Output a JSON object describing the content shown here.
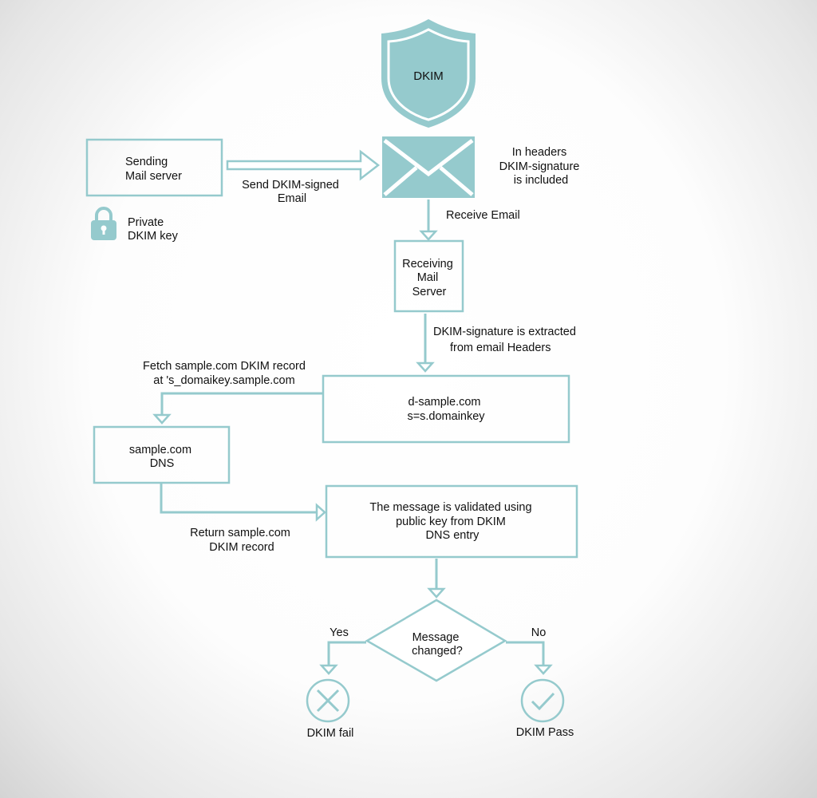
{
  "colors": {
    "accent": "#95cacd",
    "text": "#111111"
  },
  "shield": {
    "title": "DKIM",
    "icon": "shield-icon"
  },
  "sending_server": {
    "lines": [
      "Sending",
      "Mail server"
    ]
  },
  "private_key": {
    "icon": "lock-icon",
    "lines": [
      "Private",
      "DKIM key"
    ]
  },
  "send_edge": {
    "lines": [
      "Send DKIM-signed",
      "Email"
    ]
  },
  "email": {
    "icon": "envelope-icon"
  },
  "headers_note": {
    "lines": [
      "In headers",
      "DKIM-signature",
      "is included"
    ]
  },
  "receive_edge": {
    "lines": [
      "Receive Email"
    ]
  },
  "receiving_server": {
    "lines": [
      "Receiving",
      "Mail",
      "Server"
    ]
  },
  "extract_edge": {
    "lines": [
      "DKIM-signature is extracted",
      "from email Headers"
    ]
  },
  "signature_box": {
    "lines": [
      "d-sample.com",
      "s=s.domainkey"
    ]
  },
  "fetch_edge": {
    "lines": [
      "Fetch sample.com DKIM record",
      "at 's_domaikey.sample.com"
    ]
  },
  "dns_box": {
    "lines": [
      "sample.com",
      "DNS"
    ]
  },
  "return_edge": {
    "lines": [
      "Return sample.com",
      "DKIM record"
    ]
  },
  "validate_box": {
    "lines": [
      "The message  is validated using",
      "public key from DKIM",
      "DNS entry"
    ]
  },
  "decision": {
    "lines": [
      "Message",
      "changed?"
    ]
  },
  "yes_branch": {
    "label": "Yes"
  },
  "no_branch": {
    "label": "No"
  },
  "fail": {
    "label": "DKIM fail",
    "icon": "x-icon"
  },
  "pass": {
    "label": "DKIM Pass",
    "icon": "check-icon"
  }
}
